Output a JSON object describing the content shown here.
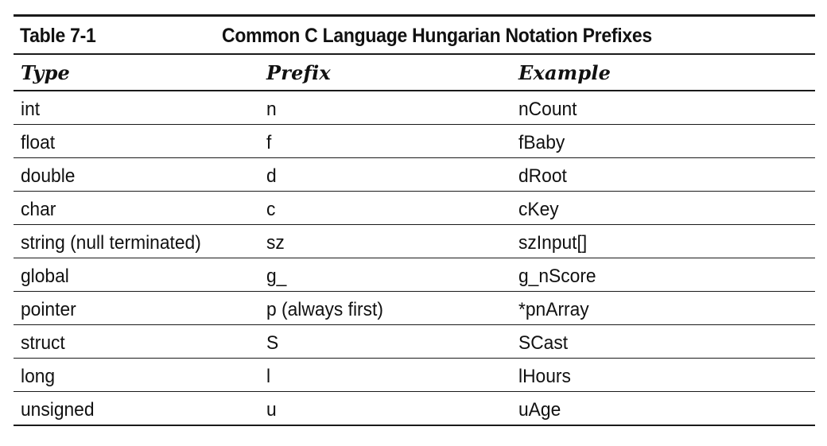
{
  "table": {
    "number": "Table 7-1",
    "title": "Common C Language Hungarian Notation Prefixes",
    "headers": {
      "type": "Type",
      "prefix": "Prefix",
      "example": "Example"
    },
    "rows": [
      {
        "type": "int",
        "prefix": "n",
        "example": "nCount"
      },
      {
        "type": "float",
        "prefix": "f",
        "example": "fBaby"
      },
      {
        "type": "double",
        "prefix": "d",
        "example": "dRoot"
      },
      {
        "type": "char",
        "prefix": "c",
        "example": "cKey"
      },
      {
        "type": "string (null terminated)",
        "prefix": "sz",
        "example": "szInput[]"
      },
      {
        "type": "global",
        "prefix": "g_",
        "example": "g_nScore"
      },
      {
        "type": "pointer",
        "prefix": "p (always first)",
        "example": "*pnArray"
      },
      {
        "type": "struct",
        "prefix": "S",
        "example": "SCast"
      },
      {
        "type": "long",
        "prefix": "l",
        "example": "lHours"
      },
      {
        "type": "unsigned",
        "prefix": "u",
        "example": "uAge"
      }
    ]
  }
}
